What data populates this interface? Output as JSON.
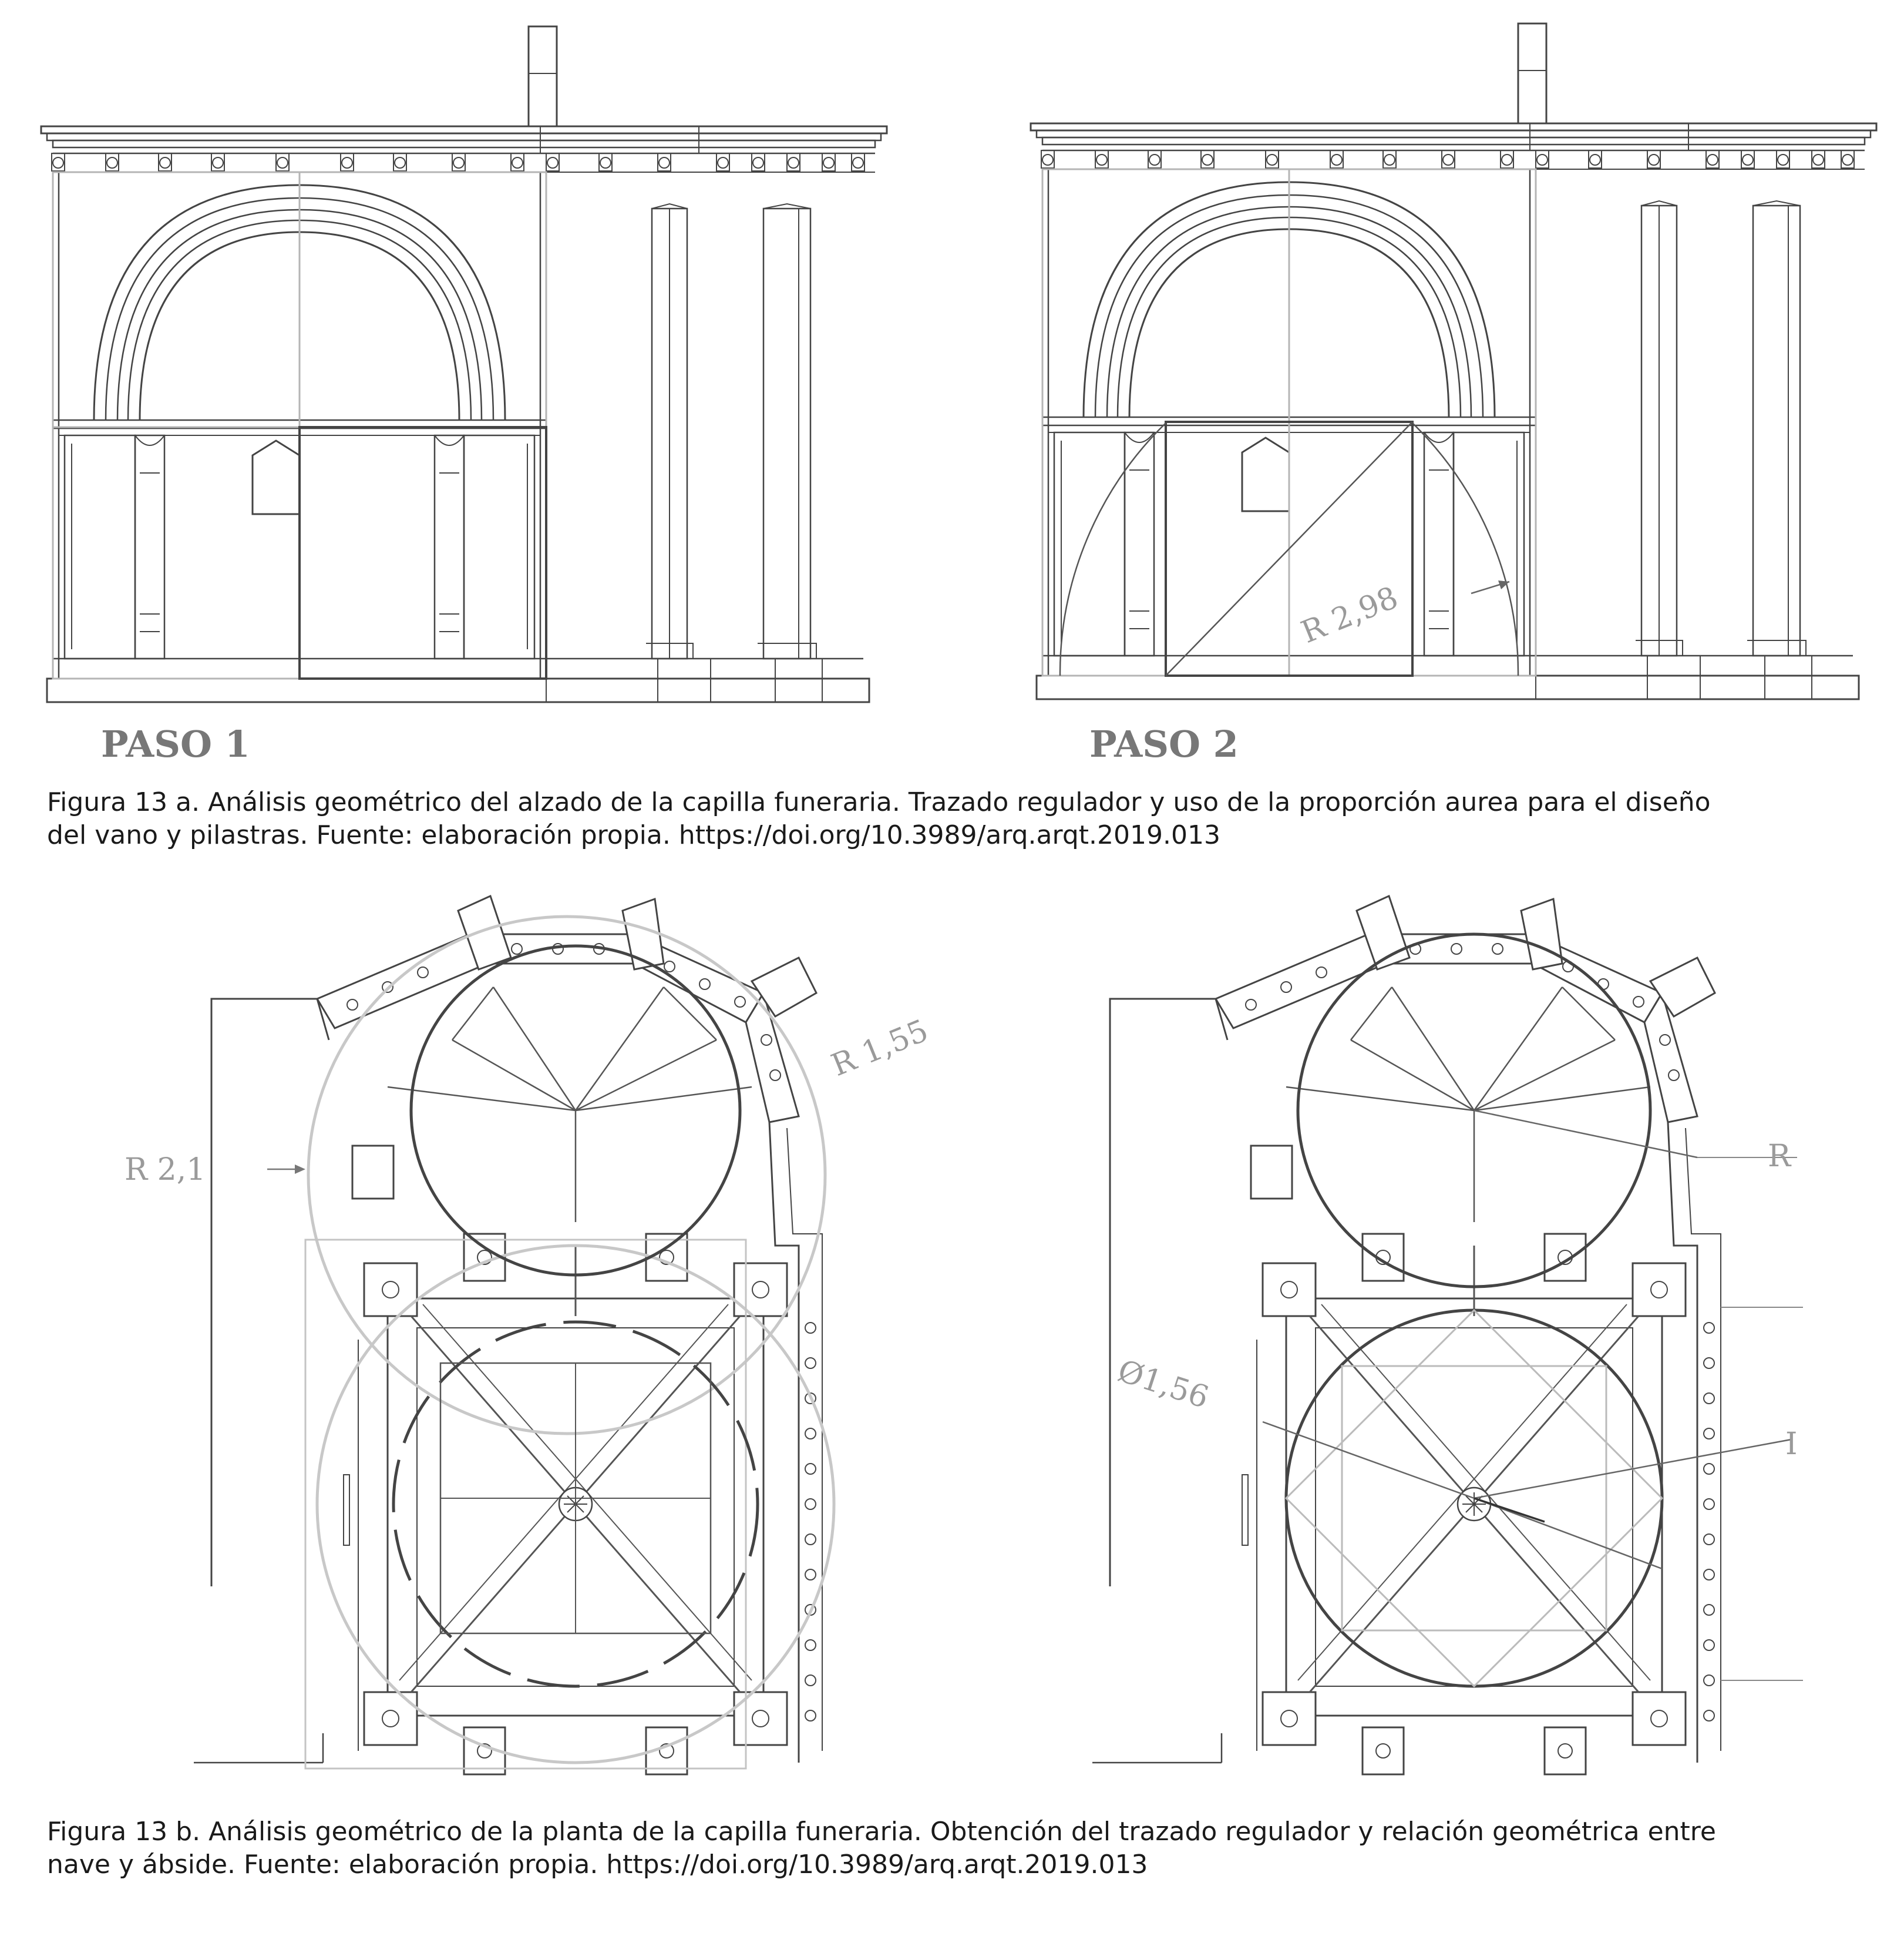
{
  "figure_a": {
    "step_1_label": "PASO 1",
    "step_2_label": "PASO 2",
    "dimension_r_298": "R 2,98",
    "caption_line_1": "Figura 13 a. Análisis geométrico del alzado de la capilla funeraria. Trazado regulador y uso de la proporción aurea para el diseño",
    "caption_line_2": "del vano y pilastras. Fuente: elaboración propia. https://doi.org/10.3989/arq.arqt.2019.013"
  },
  "figure_b": {
    "dimension_r_21": "R 2,1",
    "dimension_r_155": "R 1,55",
    "dimension_d_156": "Ø1,56",
    "dimension_r_cut": "R",
    "dimension_r_cut_2": "I",
    "caption_line_1": "Figura 13 b. Análisis geométrico de la planta de la capilla funeraria. Obtención del trazado regulador y relación geométrica entre",
    "caption_line_2": "nave y ábside. Fuente: elaboración propia. https://doi.org/10.3989/arq.arqt.2019.013"
  },
  "colors": {
    "ink": "#3a3a3a",
    "guide": "#b0b0b0",
    "label": "#777777"
  }
}
